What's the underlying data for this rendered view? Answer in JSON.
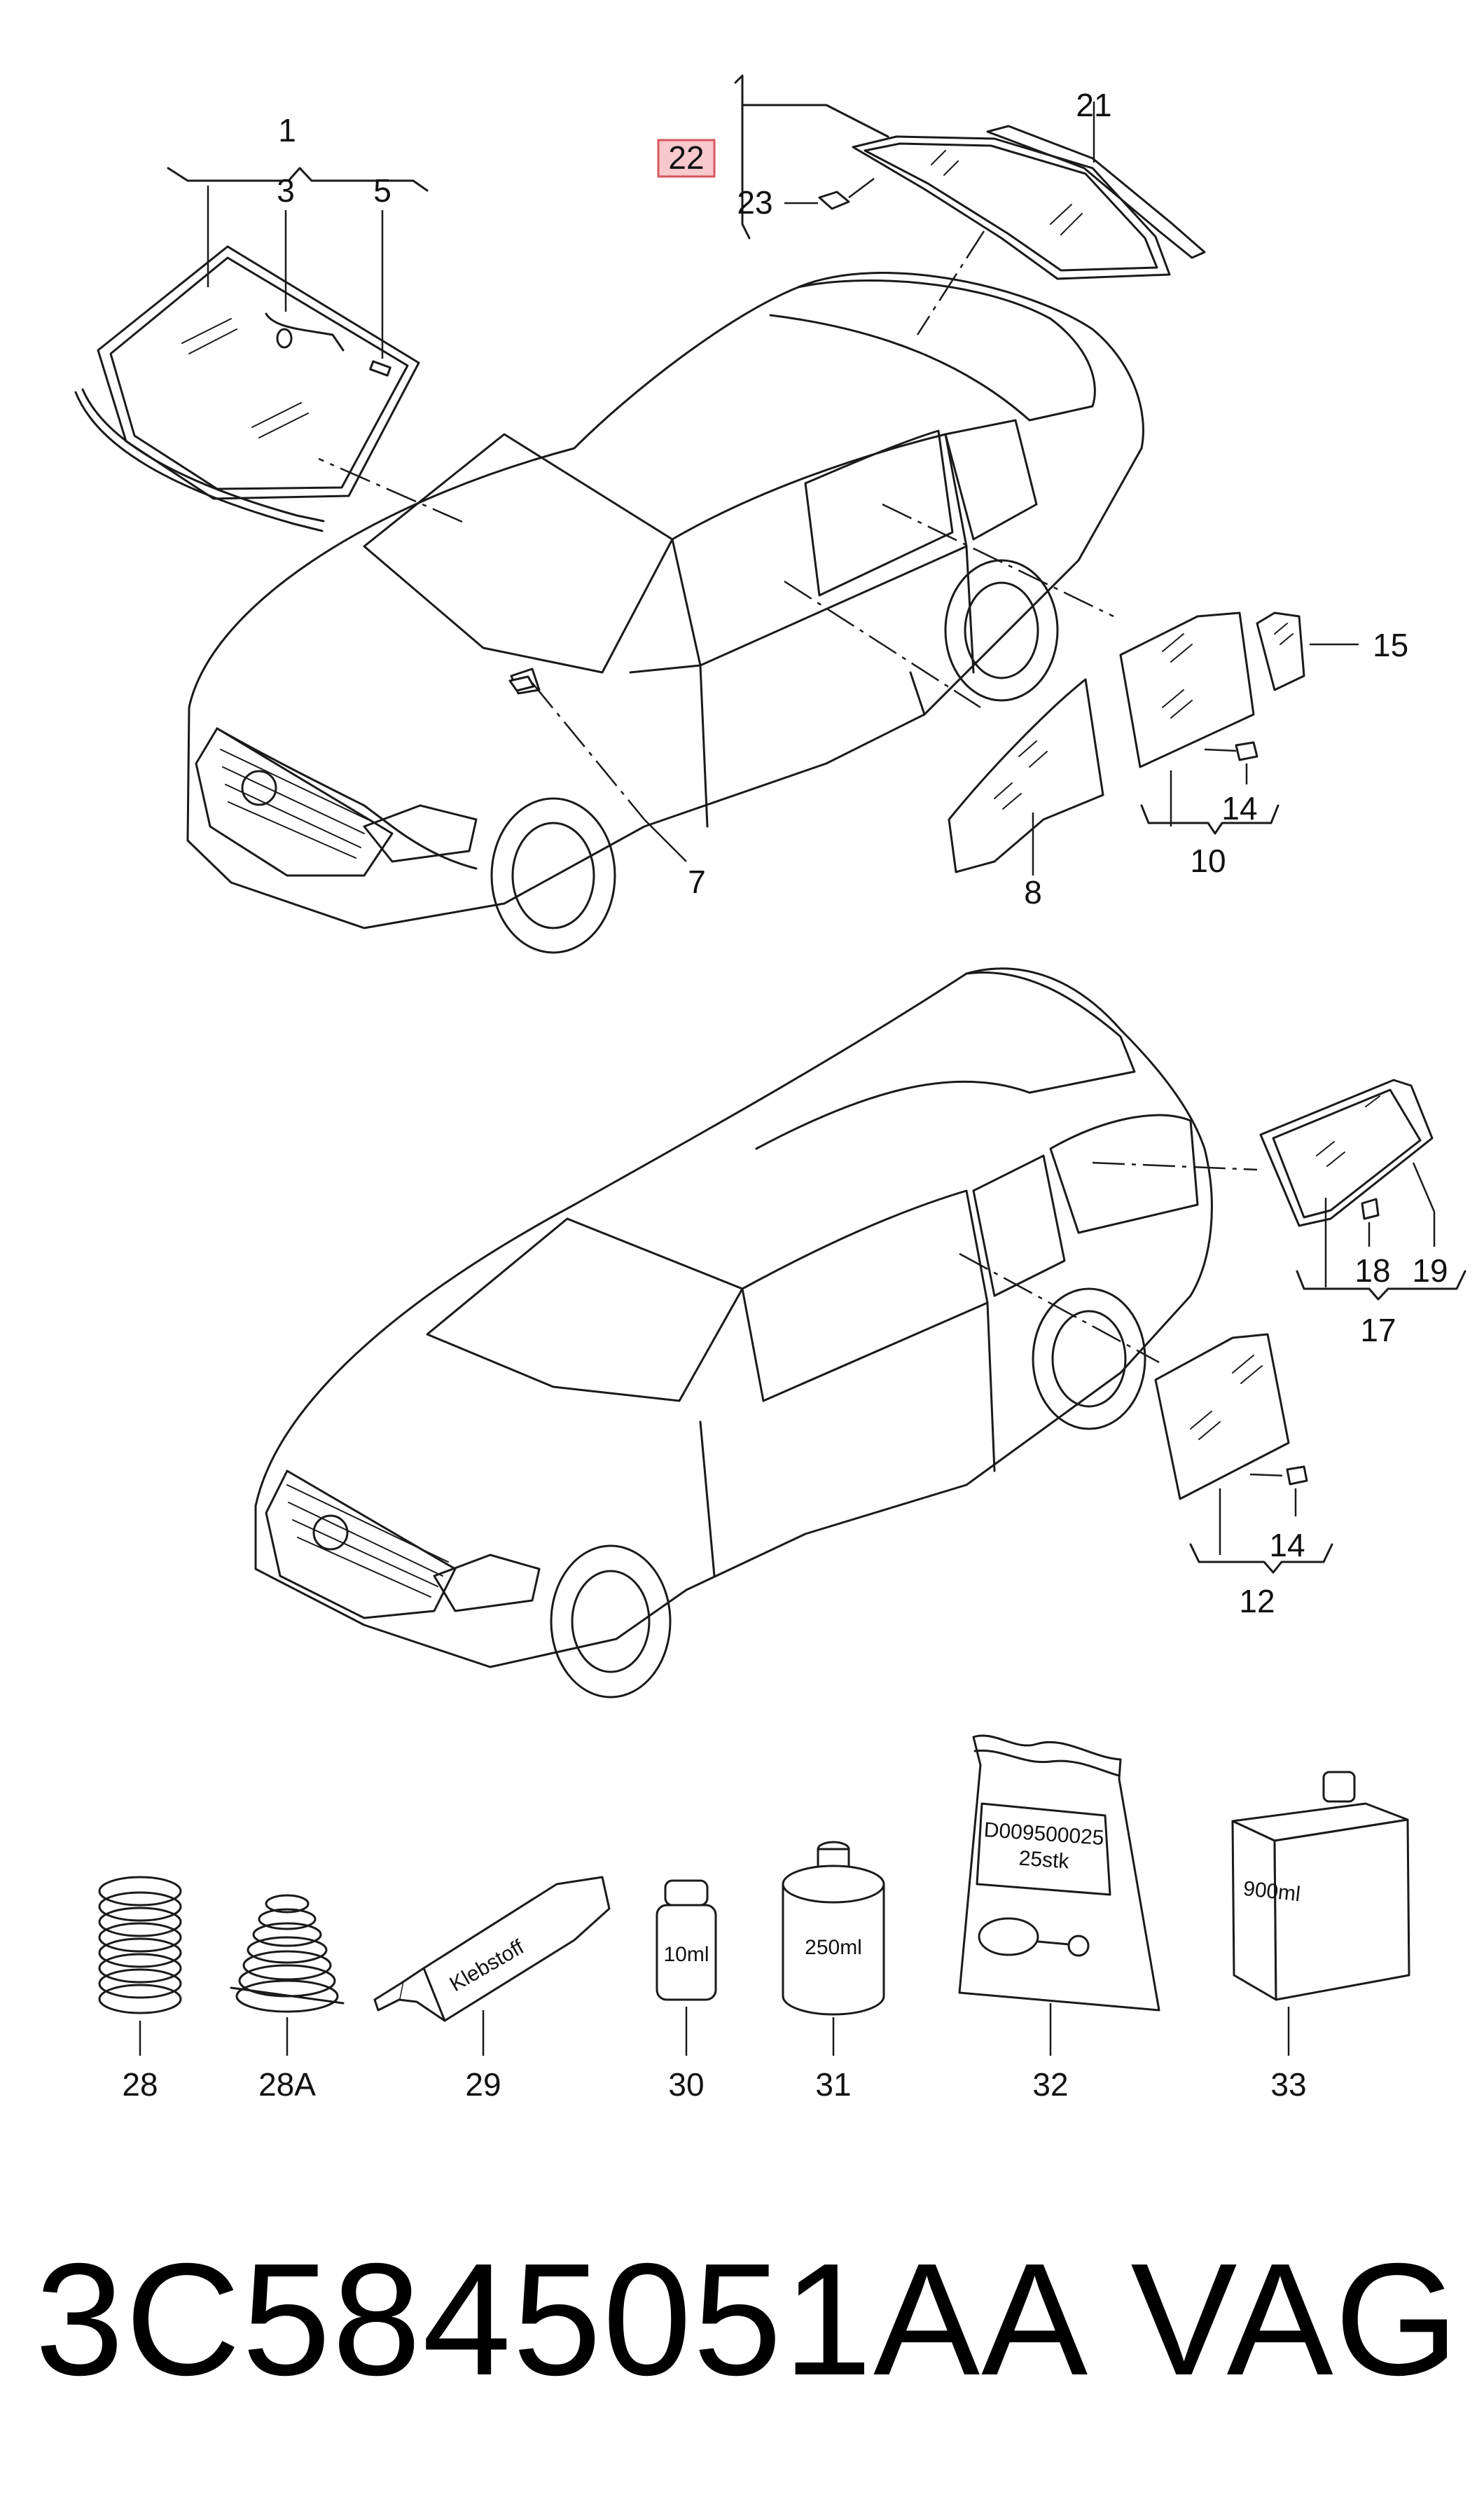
{
  "callouts": {
    "c1": "1",
    "c3": "3",
    "c5": "5",
    "c7": "7",
    "c8": "8",
    "c10": "10",
    "c12": "12",
    "c14a": "14",
    "c14b": "14",
    "c15": "15",
    "c17": "17",
    "c18": "18",
    "c19": "19",
    "c21": "21",
    "c22": "22",
    "c23": "23",
    "c28": "28",
    "c28a": "28A",
    "c29": "29",
    "c30": "30",
    "c31": "31",
    "c32": "32",
    "c33": "33"
  },
  "item_labels": {
    "tube": "Klebstoff",
    "bottle_10": "10ml",
    "can_250": "250ml",
    "bag_code": "D009500025",
    "bag_qty": "25stk",
    "box_900": "900ml"
  },
  "footer": {
    "part_number": "3C5845051AA",
    "brand": "VAG"
  },
  "colors": {
    "highlight_fill": "#f7c9cc",
    "highlight_stroke": "#d8555f",
    "line": "#1a1a1a"
  }
}
